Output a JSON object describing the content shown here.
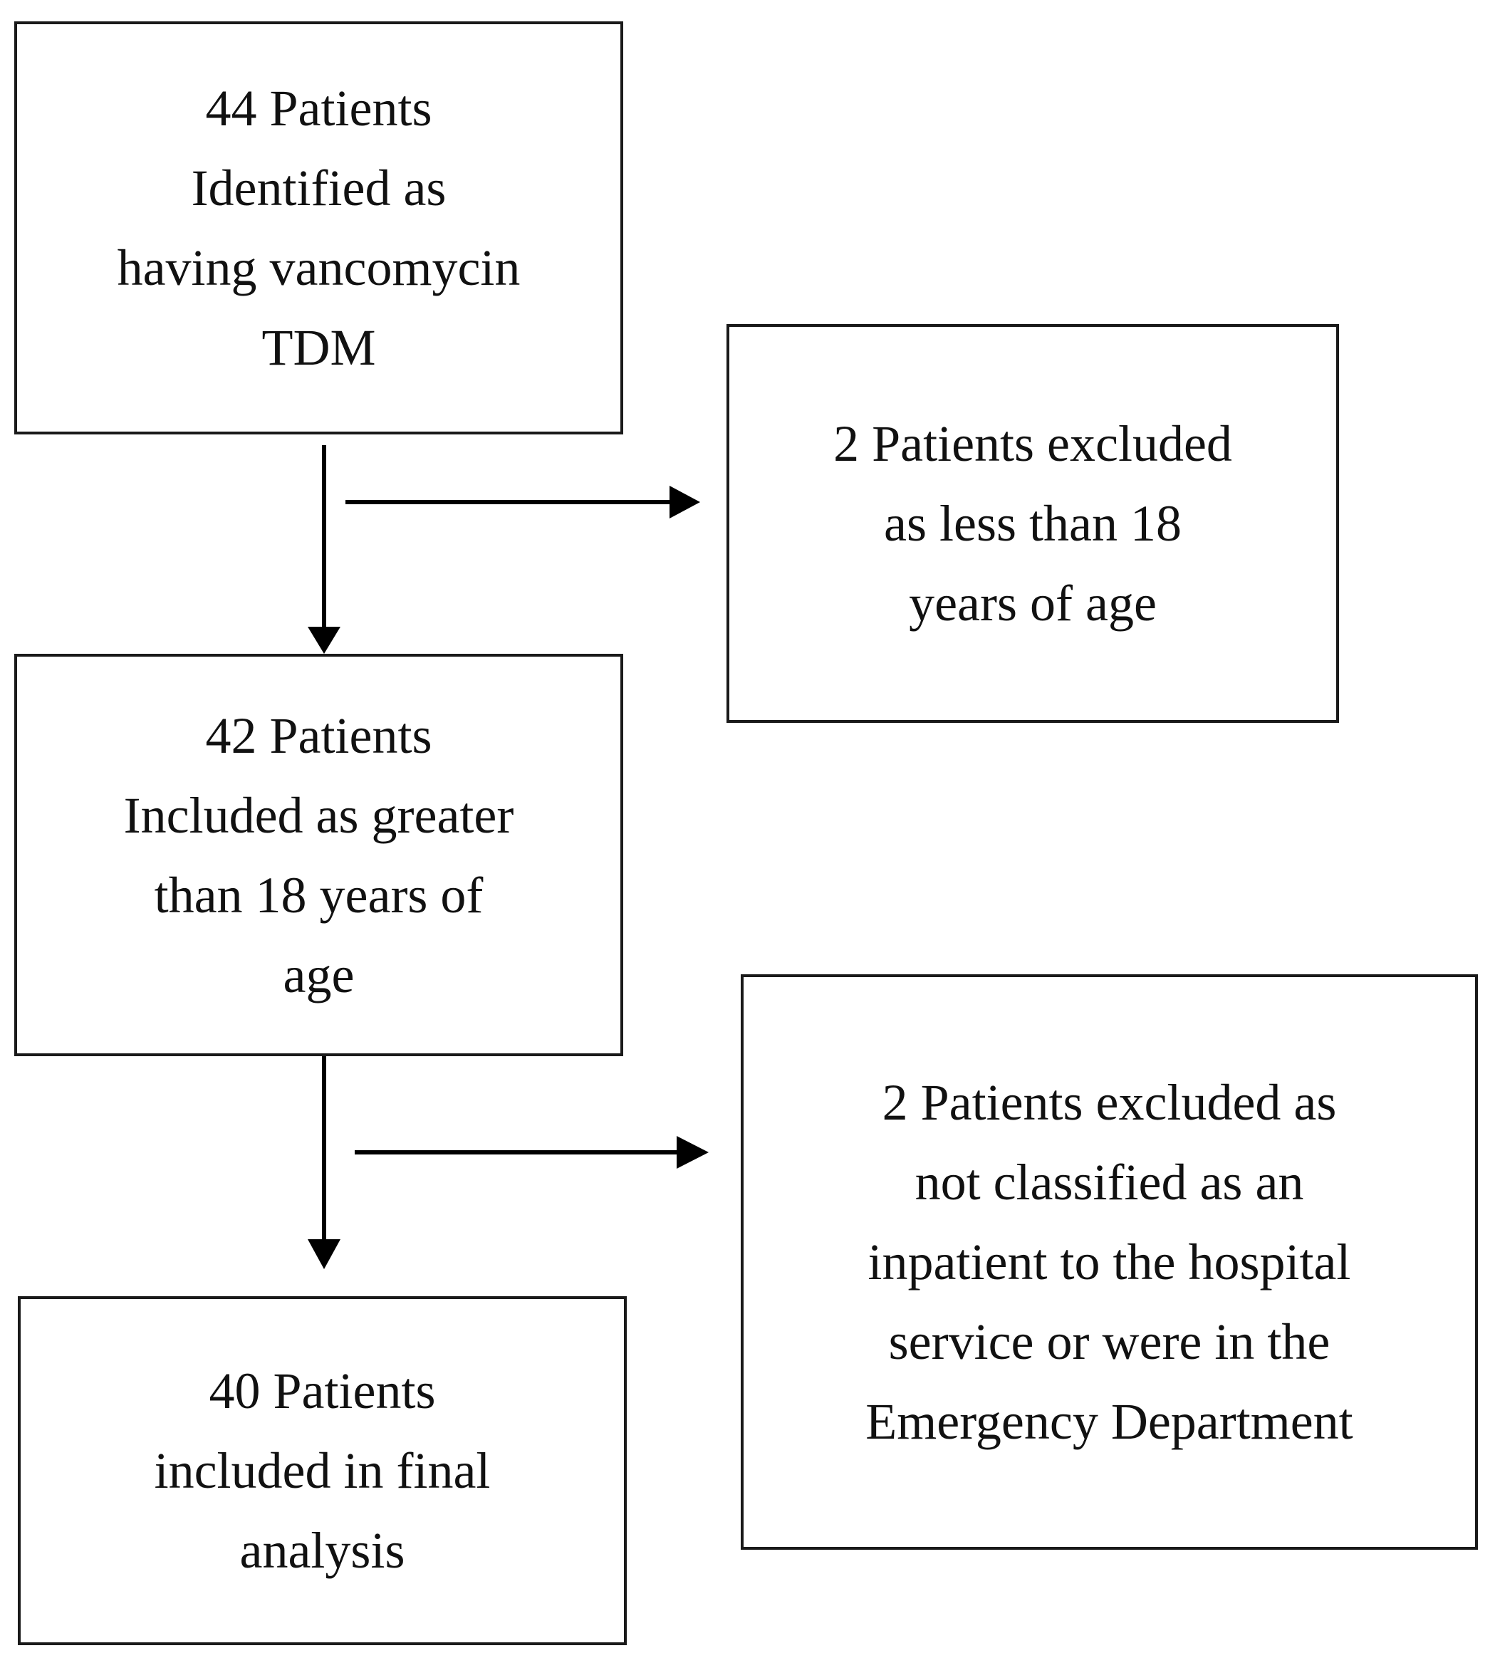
{
  "flowchart": {
    "boxes": [
      {
        "id": "total-identified",
        "lines": [
          "44 Patients",
          "Identified as",
          "having vancomycin",
          "TDM"
        ]
      },
      {
        "id": "excluded-age",
        "lines": [
          "2 Patients excluded",
          "as less than 18",
          "years of age"
        ]
      },
      {
        "id": "included-age",
        "lines": [
          "42 Patients",
          "Included as greater",
          "than 18 years of",
          "age"
        ]
      },
      {
        "id": "excluded-inpatient",
        "lines": [
          "2 Patients excluded as",
          "not classified as an",
          "inpatient to the hospital",
          "service or were in the",
          "Emergency Department"
        ]
      },
      {
        "id": "final-analysis",
        "lines": [
          "40 Patients",
          "included in final",
          "analysis"
        ]
      }
    ],
    "colors": {
      "border": "#1a1a1a",
      "arrow": "#000000",
      "text": "#111111",
      "background": "#ffffff"
    }
  }
}
